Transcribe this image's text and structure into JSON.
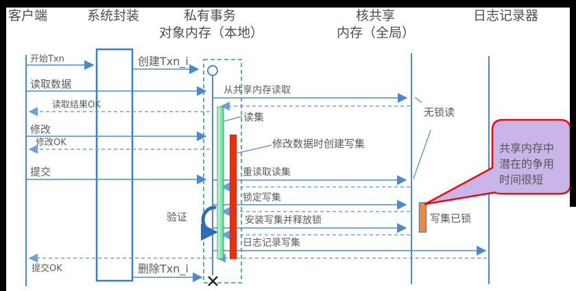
{
  "colors": {
    "line_blue": "#4a89cf",
    "dashed_blue": "#6ba0d8",
    "box_blue": "#2f80d4",
    "green_fill": "#7ce8a8",
    "green_border": "#43a169",
    "red_fill": "#f22c09",
    "orange_fill": "#ed8a3c",
    "callout_fill": "#c9b5e8",
    "callout_border": "#f50404",
    "text_gray": "#595959",
    "letterbox_black": "#000000"
  },
  "headers": {
    "client": "客户端",
    "wrapper": "系统封装",
    "private_line1": "私有事务",
    "private_line2": "对象内存（本地）",
    "shared_line1": "核共享",
    "shared_line2": "内存（全局）",
    "logger": "日志记录器"
  },
  "messages": {
    "start_txn": "开始Txn",
    "create_txn": "创建Txn_i",
    "read_data": "读取数据",
    "read_from_shared": "从共享内存读取",
    "read_result_ok": "读取结果OK",
    "read_set": "读集",
    "modify": "修改",
    "create_write_set": "修改数据时创建写集",
    "modify_ok": "修改OK",
    "commit": "提交",
    "reread_read_set": "重读取读集",
    "lock_write_set": "锁定写集",
    "verify": "验证",
    "install_write_set": "安装写集并释放锁",
    "log_write_set": "日志记录写集",
    "lock_free_read": "无锁读",
    "write_set_locked": "写集已锁",
    "commit_ok": "提交OK",
    "delete_txn": "删除Txn_i"
  },
  "callout": {
    "line1": "共享内存中",
    "line2": "潜在的争用",
    "line3": "时间很短"
  }
}
